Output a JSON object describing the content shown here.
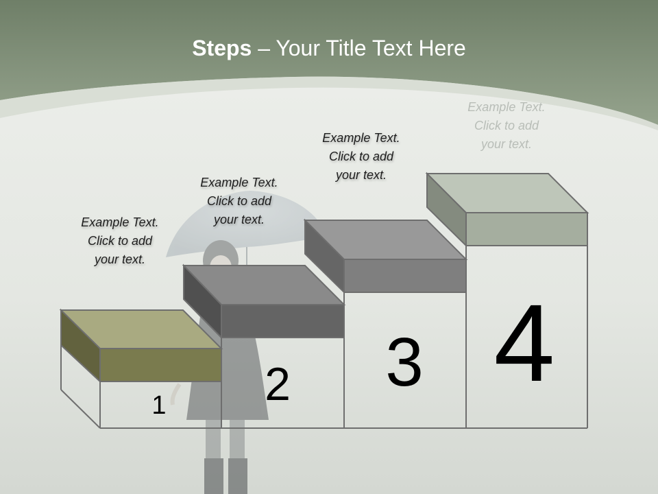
{
  "slide": {
    "title_bold": "Steps",
    "title_rest": " – Your Title Text Here"
  },
  "steps": [
    {
      "number": "1",
      "line1": "Example Text.",
      "line2": "Click  to add",
      "line3": "your text.",
      "block_color": "#7a7b4e",
      "block_top_color": "#a9aa81"
    },
    {
      "number": "2",
      "line1": "Example Text.",
      "line2": "Click  to add",
      "line3": "your text.",
      "block_color": "#646464",
      "block_top_color": "#8a8a8a"
    },
    {
      "number": "3",
      "line1": "Example Text.",
      "line2": "Click  to add",
      "line3": "your text.",
      "block_color": "#7f7f7f",
      "block_top_color": "#999999"
    },
    {
      "number": "4",
      "line1": "Example Text.",
      "line2": "Click  to add",
      "line3": "your text.",
      "block_color": "#a5ae9f",
      "block_top_color": "#bec6b9"
    }
  ],
  "colors": {
    "header_band": "#7f8f78",
    "background": "#e3e6e1",
    "outline": "#6e6e6e"
  }
}
